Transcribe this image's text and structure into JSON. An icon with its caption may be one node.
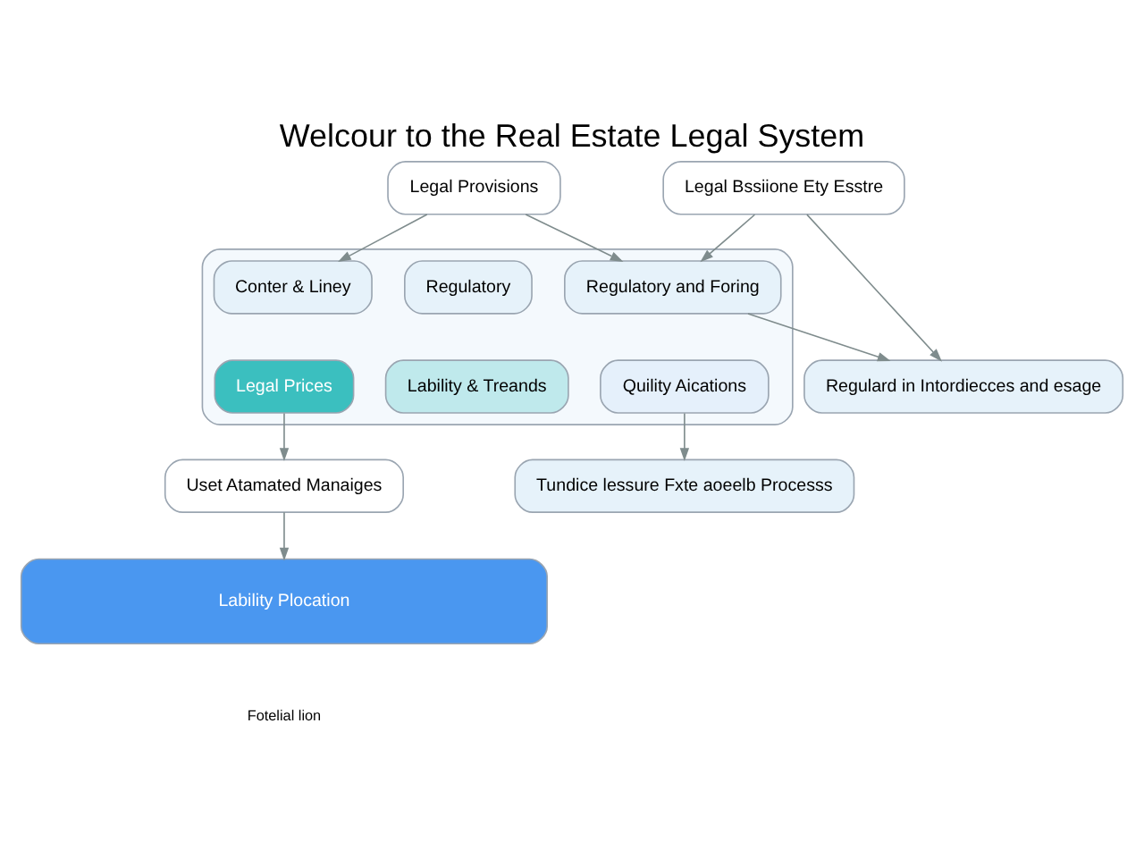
{
  "diagram": {
    "title": "Welcour to the Real Estate Legal System",
    "nodes": [
      {
        "text": [
          "Legal Provisions"
        ]
      },
      {
        "text": [
          "Legal Bssiione Ety Esstre"
        ]
      },
      {
        "text": [],
        "shape": "box"
      },
      {
        "text": [
          "Conter & Liney"
        ],
        "in": 2
      },
      {
        "text": [
          "Regulatory"
        ],
        "in": 2
      },
      {
        "text": [
          "Regulatory and Foring"
        ],
        "in": 2
      },
      {
        "text": [
          "Legal Prices"
        ],
        "in": 2
      },
      {
        "text": [
          "Lability & Treands"
        ],
        "in": 2
      },
      {
        "text": [
          "Quility Aications"
        ],
        "in": 2
      },
      {
        "text": [
          "Regulard in Intordiecces and esage"
        ]
      },
      {
        "text": [
          "Tundice lessure Fxte aoeelb Processs"
        ]
      },
      {
        "text": [
          "Uset Atamated Manaiges"
        ]
      },
      {
        "text": [
          "Lability Plocation"
        ]
      }
    ],
    "edges": [
      {
        "from": 0,
        "to": 3,
        "arrow": "to"
      },
      {
        "from": 0,
        "to": 5,
        "arrow": "to"
      },
      {
        "from": 1,
        "to": 5,
        "arrow": "to"
      },
      {
        "from": 1,
        "to": 9,
        "arrow": "to"
      },
      {
        "from": 5,
        "to": 9,
        "arrow": "to"
      },
      {
        "from": 8,
        "to": 10,
        "arrow": "to"
      },
      {
        "from": 6,
        "to": 11,
        "arrow": "to"
      },
      {
        "from": 11,
        "to": 12,
        "arrow": "to"
      }
    ],
    "labels": [
      "Fotelial lion"
    ]
  }
}
